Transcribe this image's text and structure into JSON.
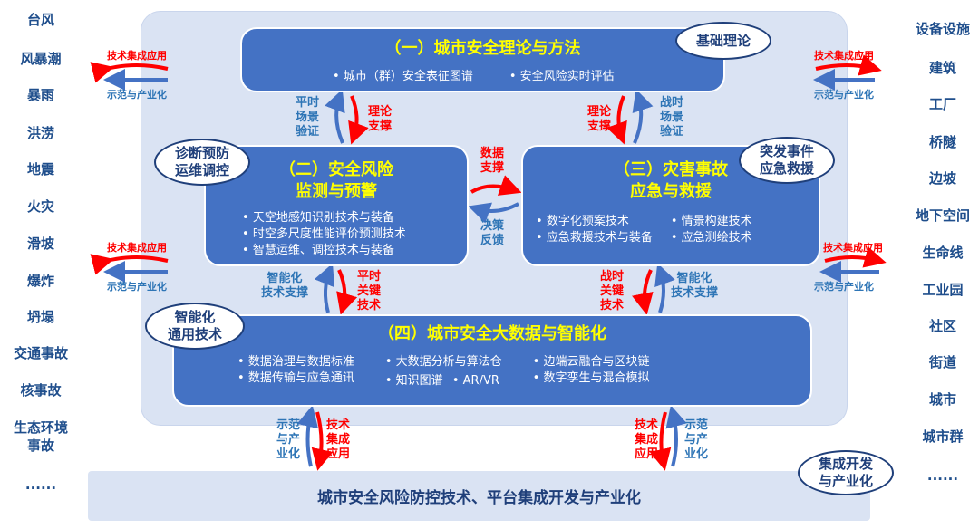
{
  "left_list": [
    "台风",
    "风暴潮",
    "暴雨",
    "洪涝",
    "地震",
    "火灾",
    "滑坡",
    "爆炸",
    "坍塌",
    "交通事故",
    "核事故",
    "生态环境\n事故",
    "......"
  ],
  "right_list": [
    "设备设施",
    "建筑",
    "工厂",
    "桥隧",
    "边坡",
    "地下空间",
    "生命线",
    "工业园",
    "社区",
    "街道",
    "城市",
    "城市群",
    "......"
  ],
  "side_arrows": {
    "red": "技术集成应用",
    "blue": "示范与产业化"
  },
  "box1": {
    "title": "（一）城市安全理论与方法",
    "bullets": [
      "城市（群）安全表征图谱",
      "安全风险实时评估"
    ],
    "tag": "基础理论"
  },
  "box2": {
    "title1": "（二）安全风险",
    "title2": "监测与预警",
    "bullets": [
      "天空地感知识别技术与装备",
      "时空多尺度性能评价预测技术",
      "智慧运维、调控技术与装备"
    ],
    "tag1": "诊断预防",
    "tag2": "运维调控"
  },
  "box3": {
    "title1": "（三）灾害事故",
    "title2": "应急与救援",
    "bullets": [
      "数字化预案技术",
      "应急救援技术与装备",
      "情景构建技术",
      "应急测绘技术"
    ],
    "tag1": "突发事件",
    "tag2": "应急救援"
  },
  "box4": {
    "title": "（四）城市安全大数据与智能化",
    "bullets": [
      "数据治理与数据标准",
      "数据传输与应急通讯",
      "大数据分析与算法仓",
      "知识图谱",
      "AR/VR",
      "边端云融合与区块链",
      "数字孪生与混合模拟"
    ],
    "tag1": "智能化",
    "tag2": "通用技术"
  },
  "links": {
    "pingshi_yanzheng": "平时\n场景\n验证",
    "lilun_zhicheng": "理论\n支撑",
    "zhanshi_yanzheng": "战时\n场景\n验证",
    "shuju_zhicheng": "数据\n支撑",
    "juece_fankui": "决策\n反馈",
    "zhineng_zhicheng": "智能化\n技术支撑",
    "pingshi_guanjian": "平时\n关键\n技术",
    "zhanshi_guanjian": "战时\n关键\n技术",
    "shifan": "示范\n与产\n业化",
    "jicheng": "技术\n集成\n应用"
  },
  "bottom": {
    "label": "城市安全风险防控技术、平台集成开发与产业化",
    "tag1": "集成开发",
    "tag2": "与产业化"
  },
  "colors": {
    "box": "#4472c4",
    "panel": "#dae3f3",
    "title": "#ffff00",
    "red": "#ff0000",
    "blue": "#2e75b6"
  }
}
